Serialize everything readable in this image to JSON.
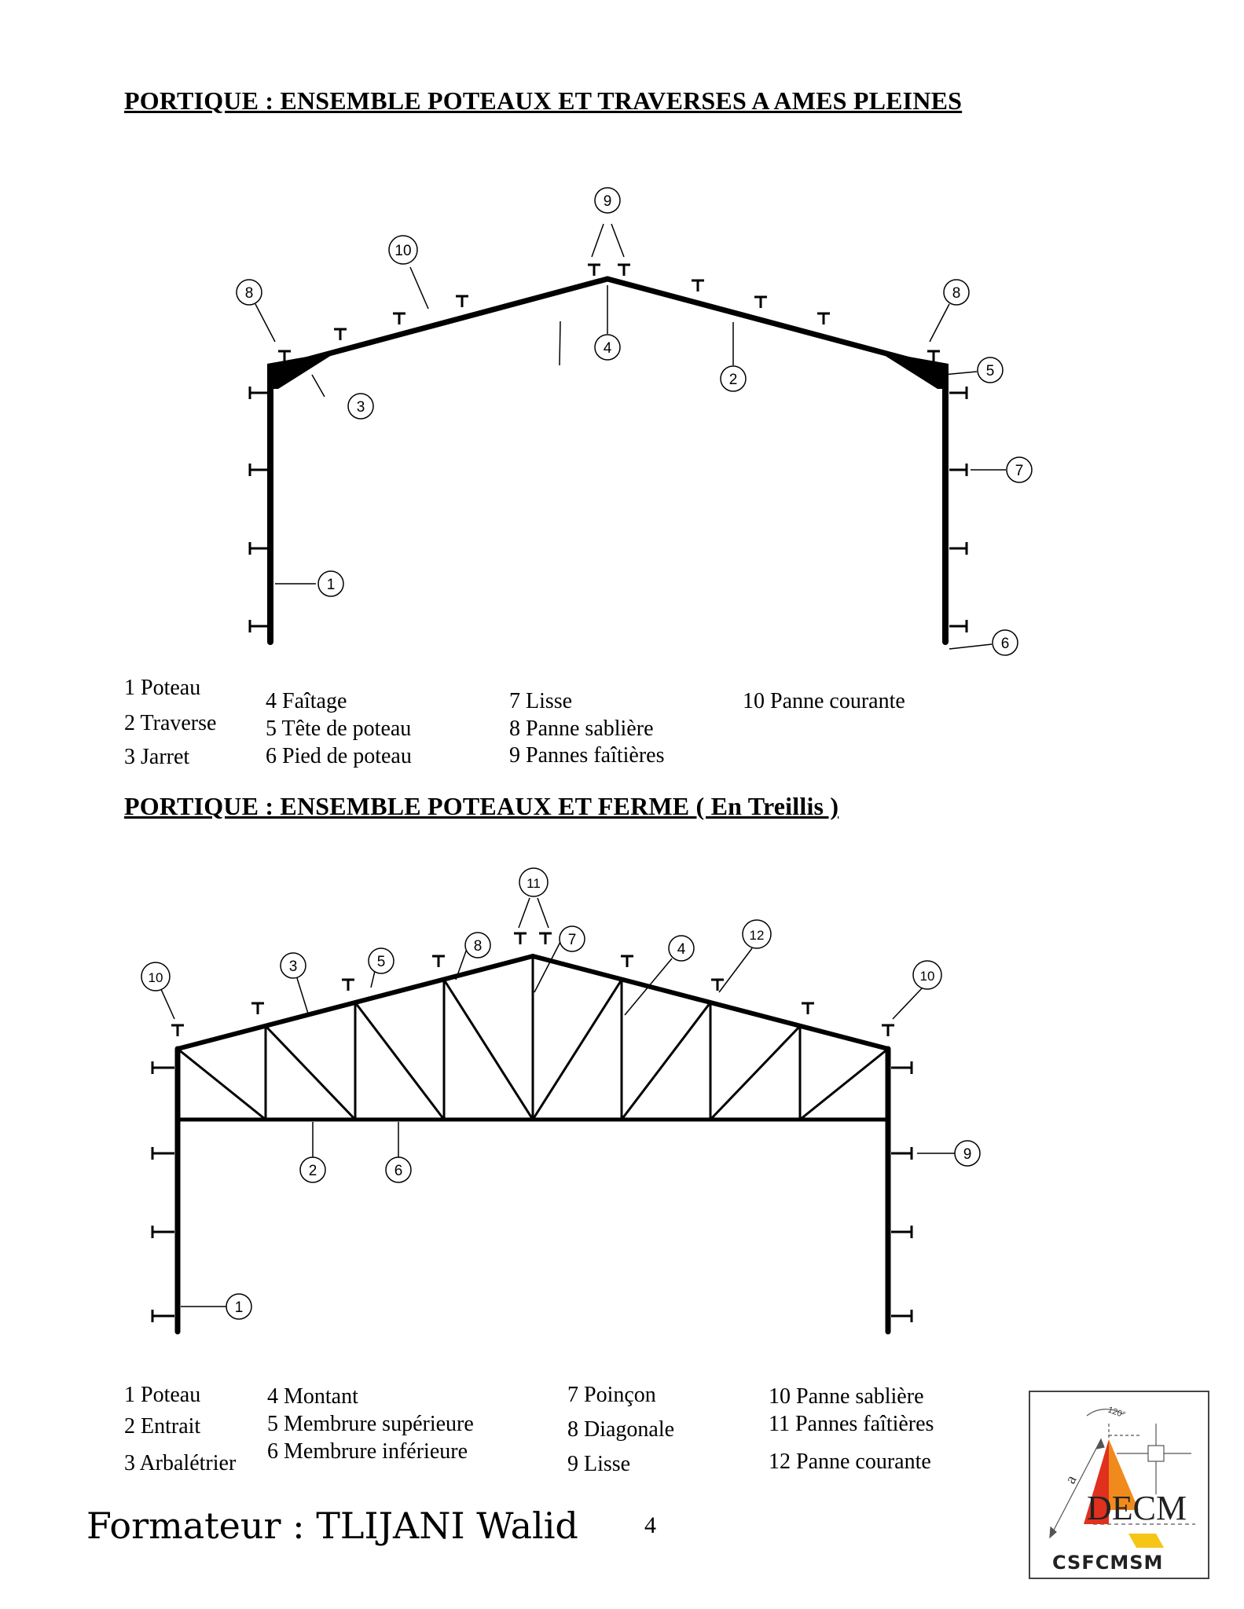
{
  "section1": {
    "heading": "PORTIQUE :  ENSEMBLE POTEAUX ET TRAVERSES A AMES PLEINES",
    "callouts": [
      "1",
      "2",
      "3",
      "4",
      "5",
      "6",
      "7",
      "8",
      "8",
      "9",
      "10"
    ],
    "legend": [
      "1 Poteau",
      "2 Traverse",
      "3 Jarret",
      "4 Faîtage",
      "5 Tête de poteau",
      "6 Pied de poteau",
      "7 Lisse",
      "8 Panne sablière",
      "9 Pannes faîtières",
      "10 Panne courante"
    ]
  },
  "section2": {
    "heading": "PORTIQUE : ENSEMBLE POTEAUX ET FERME ( En Treillis )",
    "callouts": [
      "1",
      "2",
      "3",
      "4",
      "5",
      "6",
      "7",
      "8",
      "9",
      "10",
      "10",
      "11",
      "12"
    ],
    "legend": [
      "1 Poteau",
      "2 Entrait",
      "3 Arbalétrier",
      "4 Montant",
      "5 Membrure supérieure",
      "6 Membrure inférieure",
      "7 Poinçon",
      "8 Diagonale",
      "9 Lisse",
      "10 Panne sablière",
      "11 Pannes faîtières",
      "12 Panne courante"
    ]
  },
  "footer": {
    "author": "Formateur : TLIJANI Walid",
    "page": "4"
  },
  "logo": {
    "title": "DECM",
    "subtitle": "CSFCMSM",
    "angle_label": "120°",
    "dim_label": "a",
    "colors": {
      "red": "#e0301e",
      "orange": "#f08a1c",
      "yellow": "#f5c518"
    }
  }
}
